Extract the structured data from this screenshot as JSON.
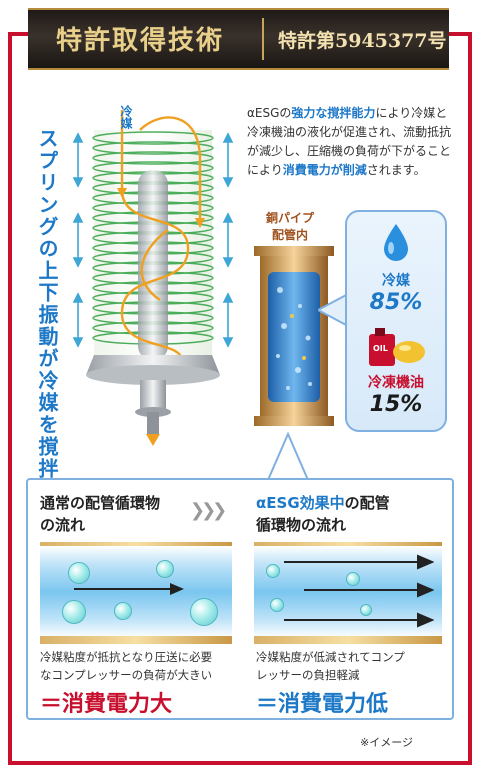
{
  "header": {
    "title": "特許取得技術",
    "patent": "特許第5945377号"
  },
  "left": {
    "vertical_caption": "スプリングの上下振動が冷媒を撹拌",
    "refrigerant_label": "冷媒"
  },
  "description": {
    "p1": "αESGの",
    "h1": "強力な撹拌能力",
    "p2": "により冷媒と冷凍機油の液化が促進され、流動抵抗が減少し、圧縮機の負荷が下がることにより",
    "h2": "消費電力が削減",
    "p3": "されます。"
  },
  "pipe": {
    "label_line1": "銅パイプ",
    "label_line2": "配管内"
  },
  "ratio": {
    "refrigerant_label": "冷媒",
    "refrigerant_pct": "85%",
    "oil_label": "冷凍機油",
    "oil_pct": "15%",
    "oil_can_text": "OIL"
  },
  "normal": {
    "title_line1": "通常の配管循環物",
    "title_line2": "の流れ",
    "caption_line1": "冷媒粘度が抵抗となり圧送に必要",
    "caption_line2": "なコンプレッサーの負荷が大きい",
    "result": "＝消費電力大"
  },
  "esg": {
    "title_highlight": "αESG効果中",
    "title_rest": "の配管",
    "title_line2": "循環物の流れ",
    "caption_line1": "冷媒粘度が低減されてコンプ",
    "caption_line2": "レッサーの負担軽減",
    "result": "＝消費電力低"
  },
  "footnote": "※イメージ",
  "colors": {
    "red": "#c8102e",
    "blue": "#1d78c8",
    "gold": "#e8cf8a"
  }
}
